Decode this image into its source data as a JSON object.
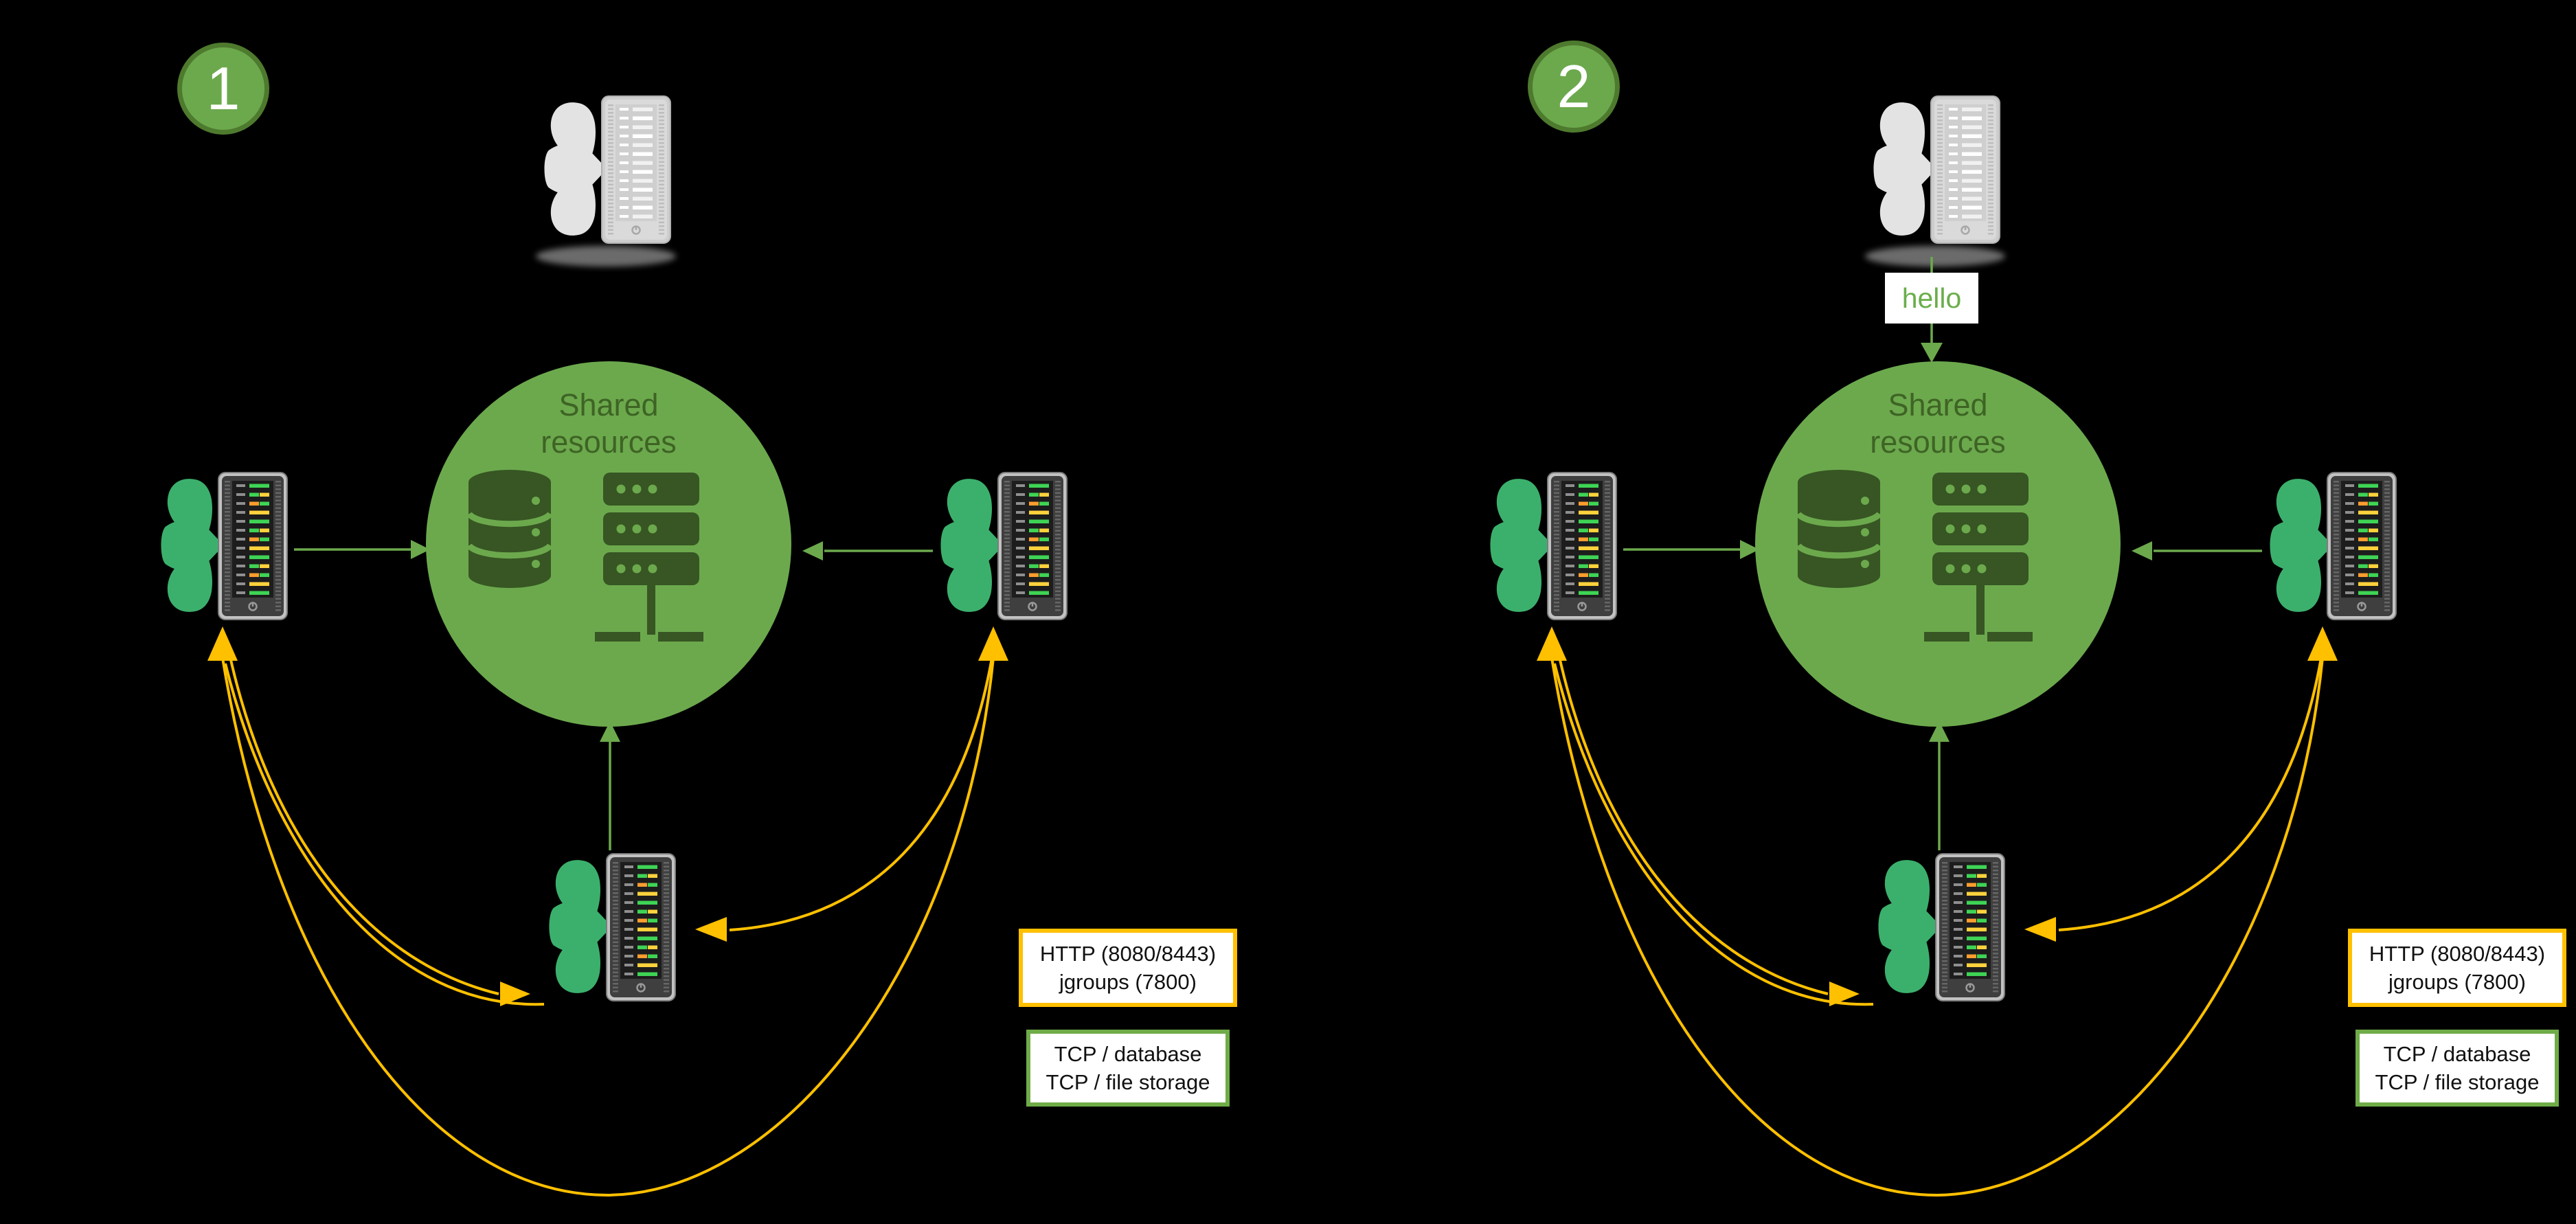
{
  "diagram_title": "shared-resources-cluster-diagram",
  "panels": [
    {
      "badge": "1",
      "shared_circle": {
        "line1": "Shared",
        "line2": "resources"
      }
    },
    {
      "badge": "2",
      "message_label": "hello",
      "shared_circle": {
        "line1": "Shared",
        "line2": "resources"
      }
    }
  ],
  "legend": {
    "ports_box": {
      "line1": "HTTP (8080/8443)",
      "line2": "jgroups (7800)"
    },
    "protocols_box": {
      "line1": "TCP / database",
      "line2": "TCP / file storage"
    }
  },
  "colors": {
    "background": "#000000",
    "circle_green": "#6CA94D",
    "circle_icon_dark_green": "#375623",
    "circle_text_green": "#3E6424",
    "node_petal_green": "#3BB06C",
    "client_petal_gray": "#E3E3E3",
    "arrow_green": "#6CA94D",
    "arrow_orange": "#FFC000",
    "badge_border_green": "#4E7A2E",
    "hello_text_green": "#6AAE4B",
    "legend_ports_border": "#FFC000",
    "legend_protocols_border": "#6FAC47"
  },
  "icons": {
    "client": "client-computer-icon",
    "app_node": "app-server-node-icon",
    "database": "database-icon",
    "server_stack": "server-stack-icon"
  }
}
